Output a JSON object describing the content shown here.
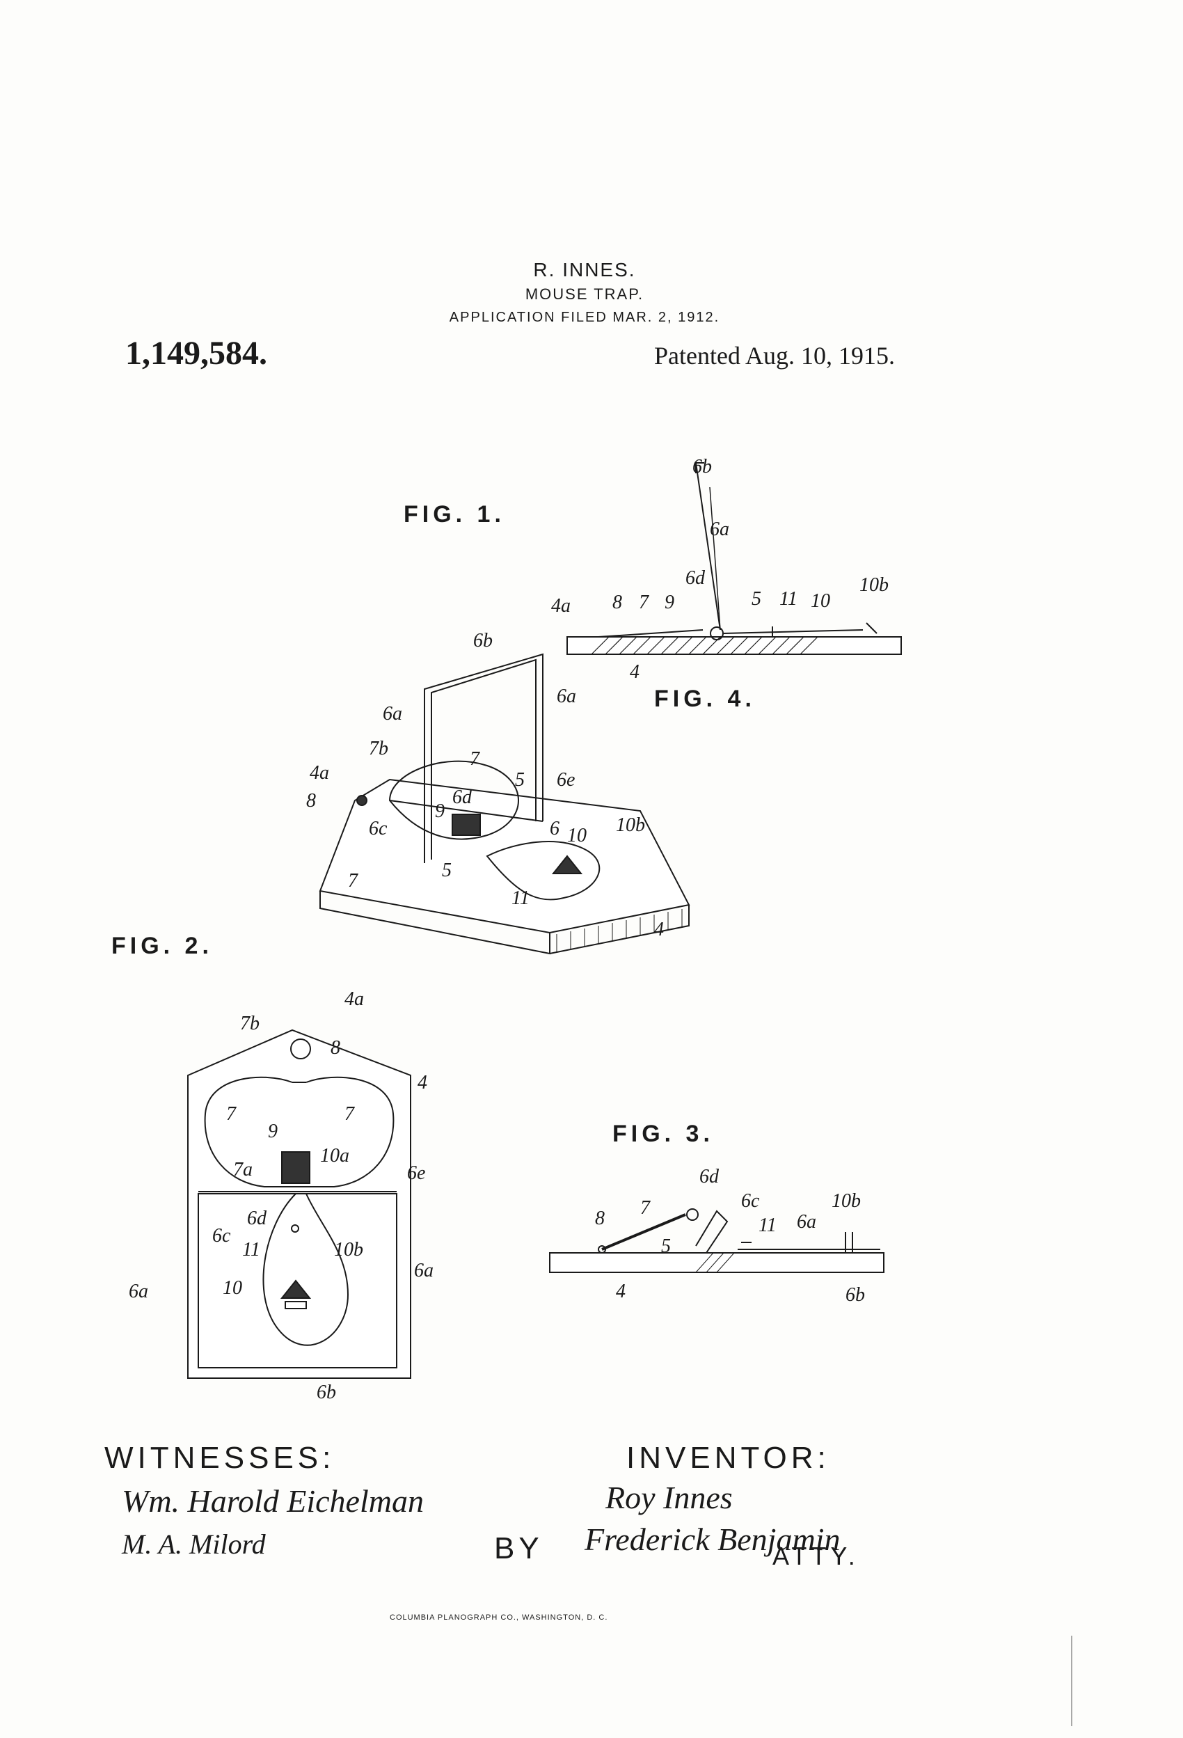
{
  "header": {
    "inventor": "R. INNES.",
    "title": "MOUSE TRAP.",
    "filed": "APPLICATION FILED MAR. 2, 1912.",
    "patent_number": "1,149,584.",
    "patented": "Patented Aug. 10, 1915."
  },
  "figures": {
    "fig1": "FIG. 1.",
    "fig2": "FIG. 2.",
    "fig3": "FIG. 3.",
    "fig4": "FIG. 4."
  },
  "refs": {
    "r4": "4",
    "r4a": "4a",
    "r5": "5",
    "r6": "6",
    "r6a": "6a",
    "r6b": "6b",
    "r6c": "6c",
    "r6d": "6d",
    "r6e": "6e",
    "r7": "7",
    "r7a": "7a",
    "r7b": "7b",
    "r8": "8",
    "r9": "9",
    "r10": "10",
    "r10a": "10a",
    "r10b": "10b",
    "r11": "11"
  },
  "witnesses": {
    "label": "WITNESSES:",
    "witness1": "Wm. Harold Eichelman",
    "witness2": "M. A. Milord"
  },
  "inventor_block": {
    "label": "INVENTOR:",
    "signature": "Roy Innes",
    "by": "BY",
    "attorney": "Frederick Benjamin",
    "atty": "ATTY."
  },
  "footer": "COLUMBIA PLANOGRAPH CO., WASHINGTON, D. C."
}
